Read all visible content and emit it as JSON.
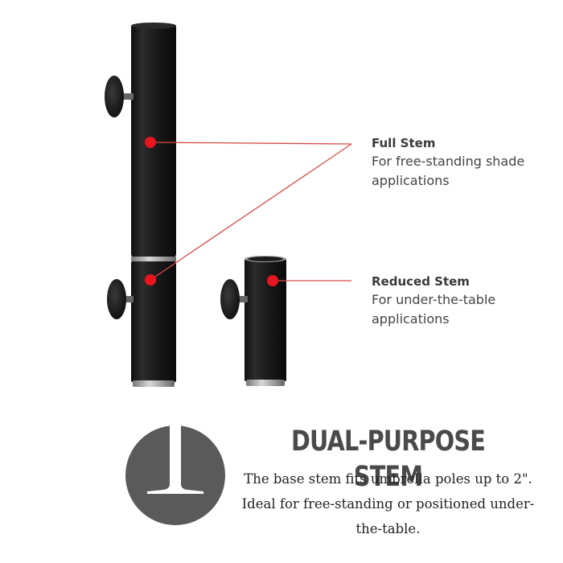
{
  "callouts": {
    "full_stem": {
      "title": "Full Stem",
      "description": "For free-standing shade applications"
    },
    "reduced_stem": {
      "title": "Reduced Stem",
      "description": "For under-the-table applications"
    }
  },
  "feature": {
    "heading": "DUAL-PURPOSE STEM",
    "body": "The base stem fits umbrella poles up to 2\". Ideal for free-standing or positioned under-the-table.",
    "icon": "stem-cross-section-icon"
  },
  "colors": {
    "stem": "#1c1c1c",
    "callout_dot": "#e8141f",
    "callout_line": "#d94a4a",
    "badge": "#5a5a5a",
    "heading": "#4a4a4a"
  }
}
